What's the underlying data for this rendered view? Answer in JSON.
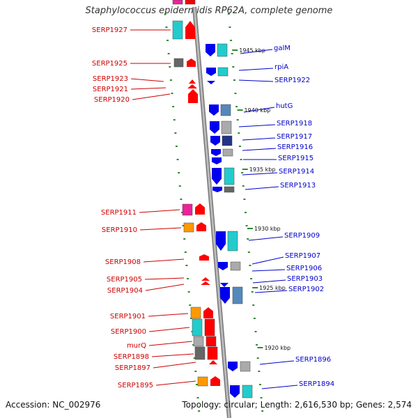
{
  "title": "Staphylococcus epidermidis RP62A, complete genome",
  "footer": {
    "accession": "Accession: NC_002976",
    "info": "Topology: circular; Length: 2,616,530 bp; Genes: 2,574"
  },
  "colors": {
    "backbone": "#999999",
    "left_label": "#cc0000",
    "right_label": "#0000cc",
    "tick": "#2e8b2e",
    "red": "#ff0000",
    "blue": "#0000ee",
    "cyan": "#22cccc",
    "gray": "#aaaaaa",
    "orange": "#ff9900",
    "magenta": "#ee2299",
    "steel": "#5588bb"
  },
  "kbp_labels": [
    "1945 kbp",
    "1940 kbp",
    "1935 kbp",
    "1930 kbp",
    "1925 kbp",
    "1920 kbp"
  ],
  "left_genes": [
    "SERP1927",
    "SERP1925",
    "SERP1923",
    "SERP1921",
    "SERP1920",
    "SERP1911",
    "SERP1910",
    "SERP1908",
    "SERP1905",
    "SERP1904",
    "SERP1901",
    "SERP1900",
    "murQ",
    "SERP1898",
    "SERP1897",
    "SERP1895"
  ],
  "right_genes": [
    "galM",
    "rpiA",
    "SERP1922",
    "hutG",
    "SERP1918",
    "SERP1917",
    "SERP1916",
    "SERP1915",
    "SERP1914",
    "SERP1913",
    "SERP1909",
    "SERP1907",
    "SERP1906",
    "SERP1903",
    "SERP1902",
    "SERP1896",
    "SERP1894"
  ]
}
